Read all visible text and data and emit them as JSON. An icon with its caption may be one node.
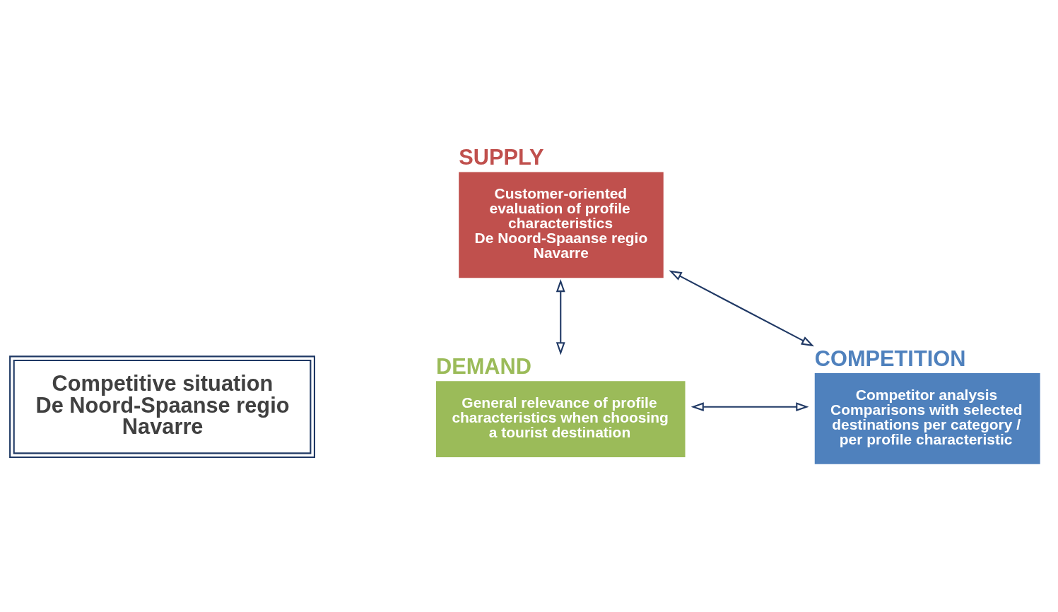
{
  "diagram": {
    "nodes": [
      {
        "text": [
          "SUPPLY",
          "Customer-oriented evaluation of profile characteristics",
          "De Noord-Spaanse regio Navarre"
        ]
      },
      {
        "text": [
          "Competitive situation De Noord-Spaanse regio Navarre"
        ]
      },
      {
        "text": [
          "DEMAND",
          "General relevance of profile characteristics when choosing a tourist destination"
        ]
      },
      {
        "text": [
          "COMPETITION",
          "Competitor analysis",
          "Comparisons with selected destinations per category / per profile characteristic"
        ]
      }
    ],
    "edges": [
      {
        "from": 0,
        "to": 2,
        "arrow": "both"
      },
      {
        "from": 0,
        "to": 3,
        "arrow": "both"
      },
      {
        "from": 2,
        "to": 3,
        "arrow": "both"
      }
    ]
  }
}
